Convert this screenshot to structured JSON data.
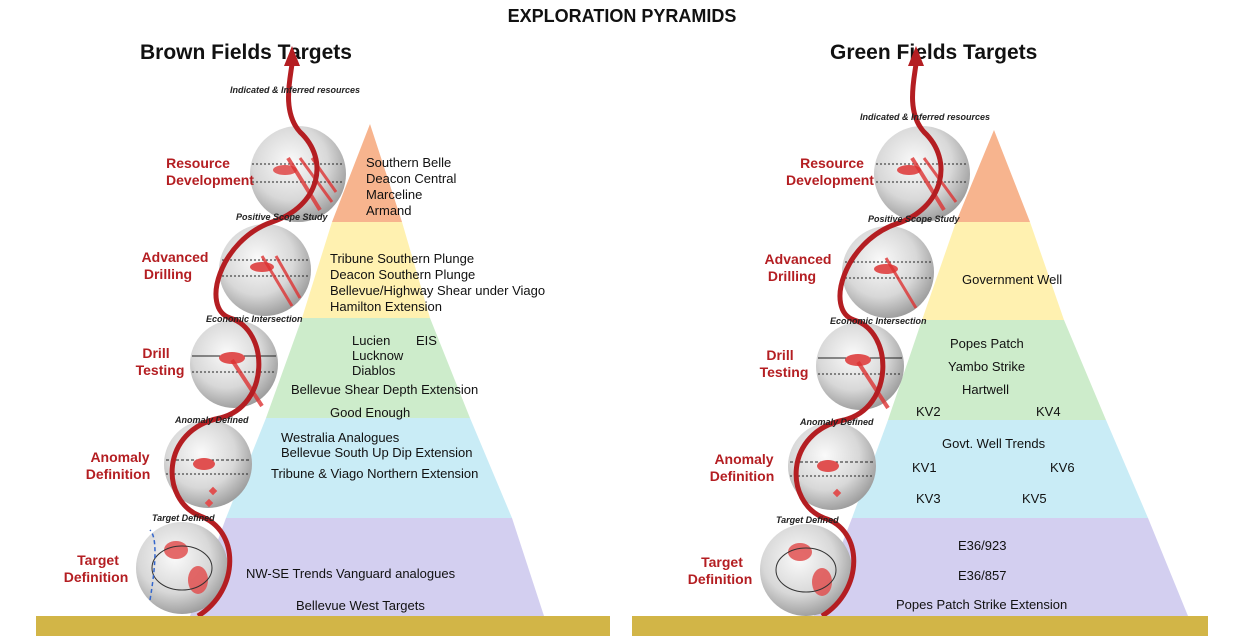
{
  "title": "EXPLORATION PYRAMIDS",
  "colors": {
    "arrow": "#b41e22",
    "stage_label": "#b41e22",
    "tier_resource": "#f7b48e",
    "tier_advanced": "#fff1b0",
    "tier_drill": "#cdeccb",
    "tier_anomaly": "#c9ecf6",
    "tier_target": "#d3cff0",
    "footer_bar": "#d2b547"
  },
  "stages": [
    {
      "label": [
        "Resource",
        "Development"
      ],
      "milestone": "Indicated  & Inferred resources"
    },
    {
      "label": [
        "Advanced",
        "Drilling"
      ],
      "milestone": "Positive Scope Study"
    },
    {
      "label": [
        "Drill",
        "Testing"
      ],
      "milestone": "Economic Intersection"
    },
    {
      "label": [
        "Anomaly",
        "Definition"
      ],
      "milestone": "Anomaly Defined"
    },
    {
      "label": [
        "Target",
        "Definition"
      ],
      "milestone": "Target Defined"
    }
  ],
  "brown": {
    "heading": "Brown Fields Targets",
    "resource": [
      "Southern Belle",
      "Deacon Central",
      "Marceline",
      "Armand"
    ],
    "advanced": [
      "Tribune Southern Plunge",
      "Deacon Southern Plunge",
      "Bellevue/Highway Shear under Viago",
      "Hamilton Extension"
    ],
    "drill": {
      "lucien": "Lucien",
      "eis": "EIS",
      "lucknow": "Lucknow",
      "diablos": "Diablos",
      "bellevue": "Bellevue Shear Depth Extension",
      "good": "Good Enough"
    },
    "anomaly": [
      "Westralia Analogues",
      "Bellevue South Up Dip Extension",
      "Tribune & Viago Northern Extension"
    ],
    "target": [
      "NW-SE Trends Vanguard analogues",
      "Bellevue West Targets"
    ]
  },
  "green": {
    "heading": "Green Fields Targets",
    "advanced": "Government Well",
    "drill": {
      "popes": "Popes Patch",
      "yambo": "Yambo Strike",
      "hartwell": "Hartwell",
      "kv2": "KV2",
      "kv4": "KV4"
    },
    "anomaly": {
      "govt": "Govt. Well Trends",
      "kv1": "KV1",
      "kv6": "KV6",
      "kv3": "KV3",
      "kv5": "KV5"
    },
    "target": [
      "E36/923",
      "E36/857",
      "Popes Patch Strike Extension"
    ]
  }
}
